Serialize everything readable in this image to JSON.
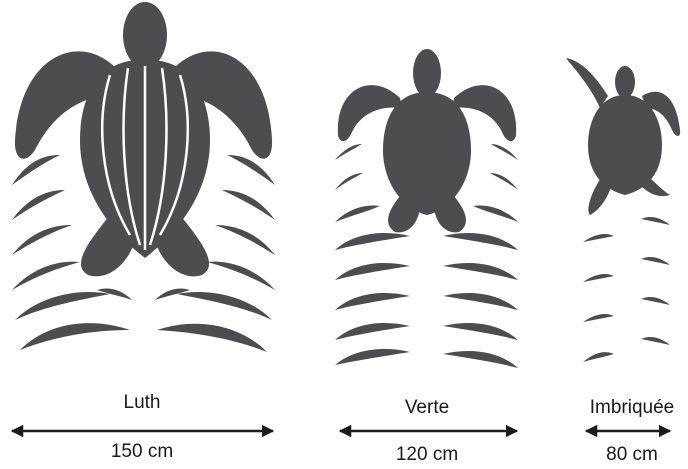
{
  "colors": {
    "shape": "#4d4d4f",
    "line": "#ffffff",
    "arrow": "#1a1a1a"
  },
  "turtles": [
    {
      "name": "Luth",
      "size": "150 cm"
    },
    {
      "name": "Verte",
      "size": "120 cm"
    },
    {
      "name": "Imbriquée",
      "size": "80 cm"
    }
  ]
}
